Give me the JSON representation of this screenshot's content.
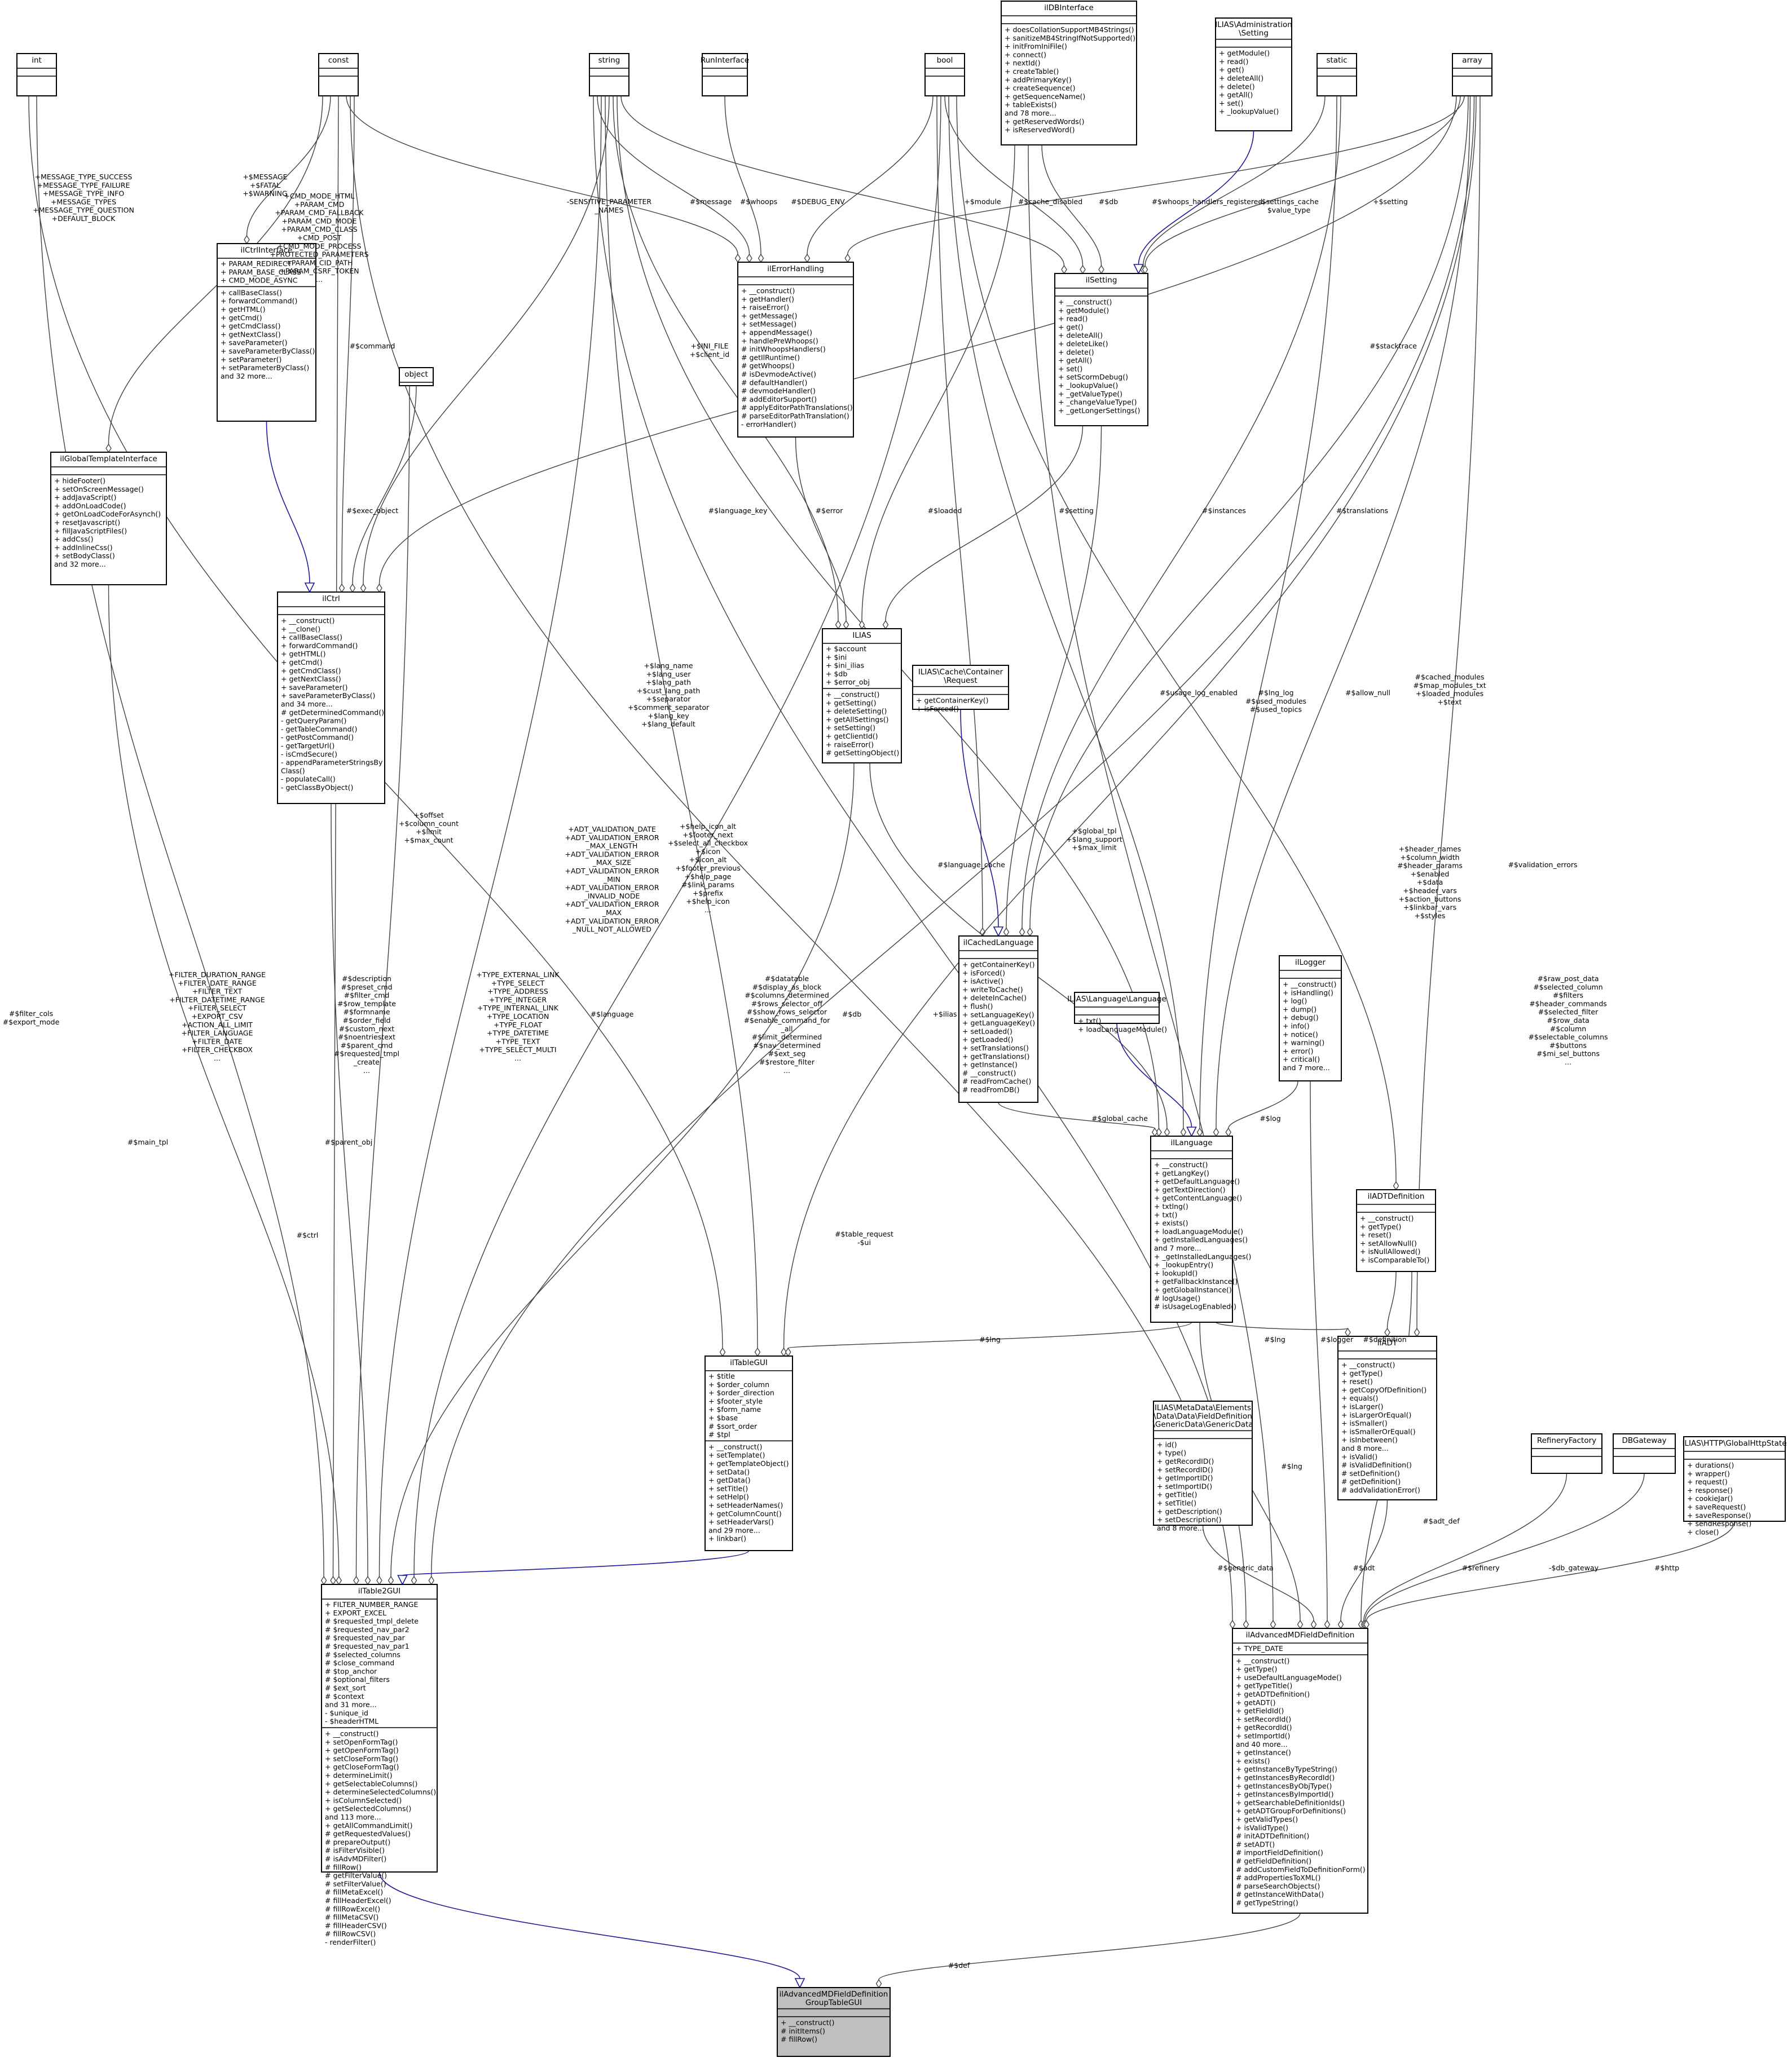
{
  "classes": {
    "int": {
      "title": [
        "int"
      ],
      "attrs": [],
      "ops": []
    },
    "const": {
      "title": [
        "const"
      ],
      "attrs": [],
      "ops": []
    },
    "string": {
      "title": [
        "string"
      ],
      "attrs": [],
      "ops": []
    },
    "RunInterface": {
      "title": [
        "RunInterface"
      ],
      "attrs": [],
      "ops": []
    },
    "bool": {
      "title": [
        "bool"
      ],
      "attrs": [],
      "ops": []
    },
    "ilDBInterface": {
      "title": [
        "ilDBInterface"
      ],
      "attrs": [],
      "ops": [
        "+ doesCollationSupportMB4Strings()",
        "+ sanitizeMB4StringIfNotSupported()",
        "+ initFromIniFile()",
        "+ connect()",
        "+ nextId()",
        "+ createTable()",
        "+ addPrimaryKey()",
        "+ createSequence()",
        "+ getSequenceName()",
        "+ tableExists()",
        "and 78 more...",
        "+ getReservedWords()",
        "+ isReservedWord()"
      ]
    },
    "ilAdministrationSetting": {
      "title": [
        "ILIAS\\Administration",
        "\\Setting"
      ],
      "attrs": [],
      "ops": [
        "+ getModule()",
        "+ read()",
        "+ get()",
        "+ deleteAll()",
        "+ delete()",
        "+ getAll()",
        "+ set()",
        "+ _lookupValue()"
      ]
    },
    "static": {
      "title": [
        "static"
      ],
      "attrs": [],
      "ops": []
    },
    "array": {
      "title": [
        "array"
      ],
      "attrs": [],
      "ops": []
    },
    "ilCtrlInterface": {
      "title": [
        "ilCtrlInterface"
      ],
      "attrs": [
        "+ PARAM_REDIRECT",
        "+ PARAM_BASE_CLASS",
        "+ CMD_MODE_ASYNC"
      ],
      "ops": [
        "+ callBaseClass()",
        "+ forwardCommand()",
        "+ getHTML()",
        "+ getCmd()",
        "+ getCmdClass()",
        "+ getNextClass()",
        "+ saveParameter()",
        "+ saveParameterByClass()",
        "+ setParameter()",
        "+ setParameterByClass()",
        "and 32 more..."
      ]
    },
    "object": {
      "title": [
        "object"
      ],
      "attrs": [],
      "ops": []
    },
    "ilErrorHandling": {
      "title": [
        "ilErrorHandling"
      ],
      "attrs": [],
      "ops": [
        "+ __construct()",
        "+ getHandler()",
        "+ raiseError()",
        "+ getMessage()",
        "+ setMessage()",
        "+ appendMessage()",
        "+ handlePreWhoops()",
        "# initWhoopsHandlers()",
        "# getIlRuntime()",
        "# getWhoops()",
        "# isDevmodeActive()",
        "# defaultHandler()",
        "# devmodeHandler()",
        "# addEditorSupport()",
        "# applyEditorPathTranslations()",
        "# parseEditorPathTranslation()",
        "- errorHandler()"
      ]
    },
    "ilSetting": {
      "title": [
        "ilSetting"
      ],
      "attrs": [],
      "ops": [
        "+ __construct()",
        "+ getModule()",
        "+ read()",
        "+ get()",
        "+ deleteAll()",
        "+ deleteLike()",
        "+ delete()",
        "+ getAll()",
        "+ set()",
        "+ setScormDebug()",
        "+ _lookupValue()",
        "+ _getValueType()",
        "+ _changeValueType()",
        "+ _getLongerSettings()"
      ]
    },
    "ilGlobalTemplateInterface": {
      "title": [
        "ilGlobalTemplateInterface"
      ],
      "attrs": [],
      "ops": [
        "+ hideFooter()",
        "+ setOnScreenMessage()",
        "+ addJavaScript()",
        "+ addOnLoadCode()",
        "+ getOnLoadCodeForAsynch()",
        "+ resetJavascript()",
        "+ fillJavaScriptFiles()",
        "+ addCss()",
        "+ addInlineCss()",
        "+ setBodyClass()",
        "and 32 more..."
      ]
    },
    "ilCtrl": {
      "title": [
        "ilCtrl"
      ],
      "attrs": [],
      "ops": [
        "+ __construct()",
        "+ __clone()",
        "+ callBaseClass()",
        "+ forwardCommand()",
        "+ getHTML()",
        "+ getCmd()",
        "+ getCmdClass()",
        "+ getNextClass()",
        "+ saveParameter()",
        "+ saveParameterByClass()",
        "and 34 more...",
        "# getDeterminedCommand()",
        "- getQueryParam()",
        "- getTableCommand()",
        "- getPostCommand()",
        "- getTargetUrl()",
        "- isCmdSecure()",
        "- appendParameterStringsBy",
        "Class()",
        "- populateCall()",
        "- getClassByObject()"
      ]
    },
    "ILIAS": {
      "title": [
        "ILIAS"
      ],
      "attrs": [
        "+ $account",
        "+ $ini",
        "+ $ini_ilias",
        "+ $db",
        "+ $error_obj"
      ],
      "ops": [
        "+ __construct()",
        "+ getSetting()",
        "+ deleteSetting()",
        "+ getAllSettings()",
        "+ setSetting()",
        "+ getClientId()",
        "+ raiseError()",
        "# getSettingObject()"
      ]
    },
    "ilCacheContainerRequest": {
      "title": [
        "ILIAS\\Cache\\Container",
        "\\Request"
      ],
      "attrs": [],
      "ops": [
        "+ getContainerKey()",
        "+ isForced()"
      ]
    },
    "ilCachedLanguage": {
      "title": [
        "ilCachedLanguage"
      ],
      "attrs": [],
      "ops": [
        "+ getContainerKey()",
        "+ isForced()",
        "+ isActive()",
        "+ writeToCache()",
        "+ deleteInCache()",
        "+ flush()",
        "+ setLanguageKey()",
        "+ getLanguageKey()",
        "+ setLoaded()",
        "+ getLoaded()",
        "+ setTranslations()",
        "+ getTranslations()",
        "+ getInstance()",
        "# __construct()",
        "# readFromCache()",
        "# readFromDB()"
      ]
    },
    "ilLanguageLanguage": {
      "title": [
        "ILIAS\\Language\\Language"
      ],
      "attrs": [],
      "ops": [
        "+ txt()",
        "+ loadLanguageModule()"
      ]
    },
    "ilLogger": {
      "title": [
        "ilLogger"
      ],
      "attrs": [],
      "ops": [
        "+ __construct()",
        "+ isHandling()",
        "+ log()",
        "+ dump()",
        "+ debug()",
        "+ info()",
        "+ notice()",
        "+ warning()",
        "+ error()",
        "+ critical()",
        "and 7 more..."
      ]
    },
    "ilLanguage": {
      "title": [
        "ilLanguage"
      ],
      "attrs": [],
      "ops": [
        "+ __construct()",
        "+ getLangKey()",
        "+ getDefaultLanguage()",
        "+ getTextDirection()",
        "+ getContentLanguage()",
        "+ txtlng()",
        "+ txt()",
        "+ exists()",
        "+ loadLanguageModule()",
        "+ getInstalledLanguages()",
        "and 7 more...",
        "+ _getInstalledLanguages()",
        "+ _lookupEntry()",
        "+ lookupId()",
        "+ getFallbackInstance()",
        "+ getGlobalInstance()",
        "# logUsage()",
        "# isUsageLogEnabled()"
      ]
    },
    "ilADTDefinition": {
      "title": [
        "ilADTDefinition"
      ],
      "attrs": [],
      "ops": [
        "+ __construct()",
        "+ getType()",
        "+ reset()",
        "+ setAllowNull()",
        "+ isNullAllowed()",
        "+ isComparableTo()"
      ]
    },
    "ilTableGUI": {
      "title": [
        "ilTableGUI"
      ],
      "attrs": [
        "+ $title",
        "+ $order_column",
        "+ $order_direction",
        "+ $footer_style",
        "+ $form_name",
        "+ $base",
        "# $sort_order",
        "# $tpl"
      ],
      "ops": [
        "+ __construct()",
        "+ setTemplate()",
        "+ getTemplateObject()",
        "+ setData()",
        "+ getData()",
        "+ setTitle()",
        "+ setHelp()",
        "+ setHeaderNames()",
        "+ getColumnCount()",
        "+ setHeaderVars()",
        "and 29 more...",
        "+ linkbar()"
      ]
    },
    "ilADT": {
      "title": [
        "ilADT"
      ],
      "attrs": [],
      "ops": [
        "+ __construct()",
        "+ getType()",
        "+ reset()",
        "+ getCopyOfDefinition()",
        "+ equals()",
        "+ isLarger()",
        "+ isLargerOrEqual()",
        "+ isSmaller()",
        "+ isSmallerOrEqual()",
        "+ isInbetween()",
        "and 8 more...",
        "+ isValid()",
        "# isValidDefinition()",
        "# setDefinition()",
        "# getDefinition()",
        "# addValidationError()"
      ]
    },
    "GenericData": {
      "title": [
        "ILIAS\\MetaData\\Elements",
        "\\Data\\Data\\FieldDefinition",
        "\\GenericData\\GenericData"
      ],
      "attrs": [],
      "ops": [
        "+ id()",
        "+ type()",
        "+ getRecordID()",
        "+ setRecordID()",
        "+ getImportID()",
        "+ setImportID()",
        "+ getTitle()",
        "+ setTitle()",
        "+ getDescription()",
        "+ setDescription()",
        "and 8 more..."
      ]
    },
    "RefineryFactory": {
      "title": [
        "RefineryFactory"
      ],
      "attrs": [],
      "ops": []
    },
    "DBGateway": {
      "title": [
        "DBGateway"
      ],
      "attrs": [],
      "ops": []
    },
    "GlobalHttpState": {
      "title": [
        "ILIAS\\HTTP\\GlobalHttpState"
      ],
      "attrs": [],
      "ops": [
        "+ durations()",
        "+ wrapper()",
        "+ request()",
        "+ response()",
        "+ cookieJar()",
        "+ saveRequest()",
        "+ saveResponse()",
        "+ sendResponse()",
        "+ close()"
      ]
    },
    "ilTable2GUI": {
      "title": [
        "ilTable2GUI"
      ],
      "attrs": [
        "+ FILTER_NUMBER_RANGE",
        "+ EXPORT_EXCEL",
        "# $requested_tmpl_delete",
        "# $requested_nav_par2",
        "# $requested_nav_par",
        "# $requested_nav_par1",
        "# $selected_columns",
        "# $close_command",
        "# $top_anchor",
        "# $optional_filters",
        "# $ext_sort",
        "# $context",
        "and 31 more...",
        "- $unique_id",
        "- $headerHTML"
      ],
      "ops": [
        "+ __construct()",
        "+ setOpenFormTag()",
        "+ getOpenFormTag()",
        "+ setCloseFormTag()",
        "+ getCloseFormTag()",
        "+ determineLimit()",
        "+ getSelectableColumns()",
        "+ determineSelectedColumns()",
        "+ isColumnSelected()",
        "+ getSelectedColumns()",
        "and 113 more...",
        "+ getAllCommandLimit()",
        "# getRequestedValues()",
        "# prepareOutput()",
        "# isFilterVisible()",
        "# isAdvMDFilter()",
        "# fillRow()",
        "# getFilterValue()",
        "# setFilterValue()",
        "# fillMetaExcel()",
        "# fillHeaderExcel()",
        "# fillRowExcel()",
        "# fillMetaCSV()",
        "# fillHeaderCSV()",
        "# fillRowCSV()",
        "- renderFilter()"
      ]
    },
    "ilAdvancedMDFieldDefinition": {
      "title": [
        "ilAdvancedMDFieldDefinition"
      ],
      "attrs": [
        "+ TYPE_DATE"
      ],
      "ops": [
        "+ __construct()",
        "+ getType()",
        "+ useDefaultLanguageMode()",
        "+ getTypeTitle()",
        "+ getADTDefinition()",
        "+ getADT()",
        "+ getFieldId()",
        "+ setRecordId()",
        "+ getRecordId()",
        "+ setImportId()",
        "and 40 more...",
        "+ getInstance()",
        "+ exists()",
        "+ getInstanceByTypeString()",
        "+ getInstancesByRecordId()",
        "+ getInstancesByObjType()",
        "+ getInstancesByImportId()",
        "+ getSearchableDefinitionIds()",
        "+ getADTGroupForDefinitions()",
        "+ getValidTypes()",
        "+ isValidType()",
        "# initADTDefinition()",
        "# setADT()",
        "# importFieldDefinition()",
        "# getFieldDefinition()",
        "# addCustomFieldToDefinitionForm()",
        "# addPropertiesToXML()",
        "# parseSearchObjects()",
        "# getInstanceWithData()",
        "# getTypeString()"
      ]
    },
    "ilAdvancedMDFieldDefinitionGroupTableGUI": {
      "title": [
        "ilAdvancedMDFieldDefinition",
        "GroupTableGUI"
      ],
      "attrs": [],
      "ops": [
        "+ __construct()",
        "# initItems()",
        "# fillRow()"
      ]
    }
  },
  "labels": {
    "msg_types": [
      "+MESSAGE_TYPE_SUCCESS",
      "+MESSAGE_TYPE_FAILURE",
      "+MESSAGE_TYPE_INFO",
      "+MESSAGE_TYPES",
      "+MESSAGE_TYPE_QUESTION",
      "+DEFAULT_BLOCK"
    ],
    "message_fatal": [
      "+$MESSAGE",
      "+$FATAL",
      "+$WARNING"
    ],
    "cmd_mode": [
      "+CMD_MODE_HTML",
      "+PARAM_CMD",
      "+PARAM_CMD_FALLBACK",
      "+PARAM_CMD_MODE",
      "+PARAM_CMD_CLASS",
      "+CMD_POST",
      "+CMD_MODE_PROCESS",
      "+PROTECTED_PARAMETERS",
      "+PARAM_CID_PATH",
      "+PARAM_CSRF_TOKEN",
      "..."
    ],
    "sensitive": [
      "-SENSITIVE_PARAMETER",
      "_NAMES"
    ],
    "message": [
      "#$message"
    ],
    "whoops": [
      "#$whoops"
    ],
    "debug_env": [
      "#$DEBUG_ENV"
    ],
    "module": [
      "+$module"
    ],
    "cache_disabled": [
      "#$cache_disabled"
    ],
    "db_set": [
      "#$db"
    ],
    "whoops_reg": [
      "#$whoops_handlers_registered"
    ],
    "settings_cache": [
      "-$settings_cache",
      "$value_type"
    ],
    "setting_arr": [
      "+$setting"
    ],
    "command": [
      "#$command"
    ],
    "ini_file": [
      "+$INI_FILE",
      "+$client_id"
    ],
    "stacktrace": [
      "#$stacktrace"
    ],
    "exec_object": [
      "#$exec_object"
    ],
    "language_key": [
      "#$language_key"
    ],
    "error": [
      "#$error"
    ],
    "loaded": [
      "#$loaded"
    ],
    "setting2": [
      "#$setting"
    ],
    "instances": [
      "#$instances"
    ],
    "translations": [
      "#$translations"
    ],
    "lang_name": [
      "+$lang_name",
      "+$lang_user",
      "+$lang_path",
      "+$cust_lang_path",
      "+$separator",
      "+$comment_separator",
      "+$lang_key",
      "+$lang_default"
    ],
    "usage_log": [
      "#$usage_log_enabled"
    ],
    "lng_log": [
      "#$lng_log",
      "#$used_modules",
      "#$used_topics"
    ],
    "allow_null": [
      "#$allow_null"
    ],
    "cached_modules": [
      "#$cached_modules",
      "#$map_modules_txt",
      "+$loaded_modules",
      "+$text"
    ],
    "offset": [
      "+$offset",
      "+$column_count",
      "+$limit",
      "+$max_count"
    ],
    "adt_valid": [
      "+ADT_VALIDATION_DATE",
      "+ADT_VALIDATION_ERROR",
      "_MAX_LENGTH",
      "+ADT_VALIDATION_ERROR",
      "_MAX_SIZE",
      "+ADT_VALIDATION_ERROR",
      "_MIN",
      "+ADT_VALIDATION_ERROR",
      "_INVALID_NODE",
      "+ADT_VALIDATION_ERROR",
      "_MAX",
      "+ADT_VALIDATION_ERROR",
      "_NULL_NOT_ALLOWED"
    ],
    "help_icon": [
      "+$help_icon_alt",
      "+$footer_next",
      "+$select_all_checkbox",
      "+$icon",
      "+$icon_alt",
      "+$footer_previous",
      "+$help_page",
      "#$link_params",
      "+$prefix",
      "+$help_icon",
      "..."
    ],
    "language_cache": [
      "#$language_cache"
    ],
    "global_tpl": [
      "+$global_tpl",
      "+$lang_support",
      "+$max_limit"
    ],
    "header_names": [
      "+$header_names",
      "+$column_width",
      "#$header_params",
      "+$enabled",
      "+$data",
      "+$header_vars",
      "+$action_buttons",
      "+$linkbar_vars",
      "+$styles"
    ],
    "validation_errors": [
      "#$validation_errors"
    ],
    "filter_cols": [
      "#$filter_cols",
      "#$export_mode"
    ],
    "filter_duration": [
      "+FILTER_DURATION_RANGE",
      "+FILTER_DATE_RANGE",
      "+FILTER_TEXT",
      "+FILTER_DATETIME_RANGE",
      "+FILTER_SELECT",
      "+EXPORT_CSV",
      "+ACTION_ALL_LIMIT",
      "+FILTER_LANGUAGE",
      "+FILTER_DATE",
      "+FILTER_CHECKBOX",
      "..."
    ],
    "description": [
      "#$description",
      "#$preset_cmd",
      "#$filter_cmd",
      "#$row_template",
      "#$formname",
      "#$order_field",
      "#$custom_next",
      "#$noentriestext",
      "#$parent_cmd",
      "#$requested_tmpl",
      "_create",
      "..."
    ],
    "type_ext": [
      "+TYPE_EXTERNAL_LINK",
      "+TYPE_SELECT",
      "+TYPE_ADDRESS",
      "+TYPE_INTEGER",
      "+TYPE_INTERNAL_LINK",
      "+TYPE_LOCATION",
      "+TYPE_FLOAT",
      "+TYPE_DATETIME",
      "+TYPE_TEXT",
      "+TYPE_SELECT_MULTI",
      "..."
    ],
    "datatable": [
      "#$datatable",
      "#$display_as_block",
      "#$columns_determined",
      "#$rows_selector_off",
      "#$show_rows_selector",
      "#$enable_command_for",
      "_all",
      "#$limit_determined",
      "#$nav_determined",
      "#$ext_seg",
      "#$restore_filter",
      "..."
    ],
    "language": [
      "#$language"
    ],
    "db2": [
      "#$db"
    ],
    "ilias": [
      "+$ilias"
    ],
    "global_cache": [
      "#$global_cache"
    ],
    "log": [
      "#$log"
    ],
    "raw_post": [
      "#$raw_post_data",
      "#$selected_column",
      "#$filters",
      "#$header_commands",
      "#$selected_filter",
      "#$row_data",
      "#$column",
      "#$selectable_columns",
      "#$buttons",
      "#$mi_sel_buttons",
      "..."
    ],
    "main_tpl": [
      "#$main_tpl"
    ],
    "parent_obj": [
      "#$parent_obj"
    ],
    "ctrl": [
      "#$ctrl"
    ],
    "table_request": [
      "#$table_request",
      "-$ui"
    ],
    "lng1": [
      "#$lng"
    ],
    "lng2": [
      "#$lng"
    ],
    "lng3": [
      "#$lng"
    ],
    "logger": [
      "#$logger"
    ],
    "definition": [
      "#$definition"
    ],
    "adt_def": [
      "#$adt_def"
    ],
    "generic_data": [
      "#$generic_data"
    ],
    "adt": [
      "#$adt"
    ],
    "refinery": [
      "#$refinery"
    ],
    "db_gateway": [
      "-$db_gateway"
    ],
    "http": [
      "#$http"
    ],
    "def": [
      "#$def"
    ]
  }
}
